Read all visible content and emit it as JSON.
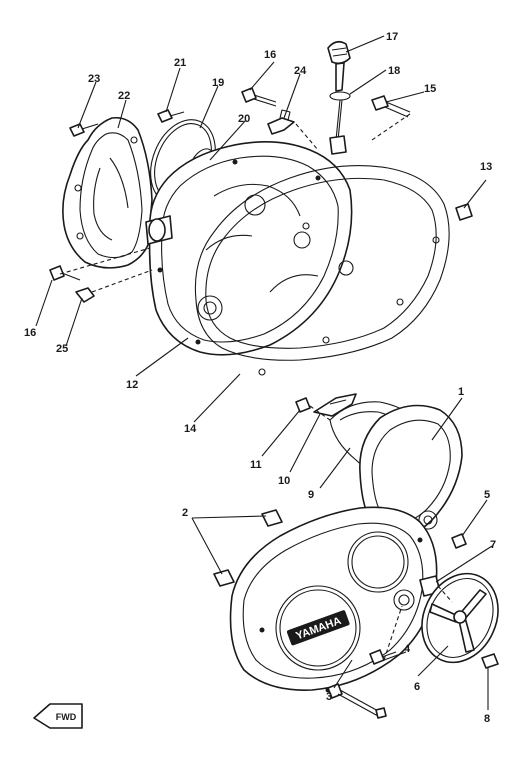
{
  "diagram": {
    "callouts": [
      "1",
      "2",
      "3",
      "4",
      "5",
      "6",
      "7",
      "8",
      "9",
      "10",
      "11",
      "12",
      "13",
      "14",
      "15",
      "16",
      "16",
      "17",
      "18",
      "19",
      "20",
      "21",
      "22",
      "23",
      "24",
      "25"
    ],
    "logo_text": "YAMAHA",
    "direction_badge": "FWD"
  }
}
